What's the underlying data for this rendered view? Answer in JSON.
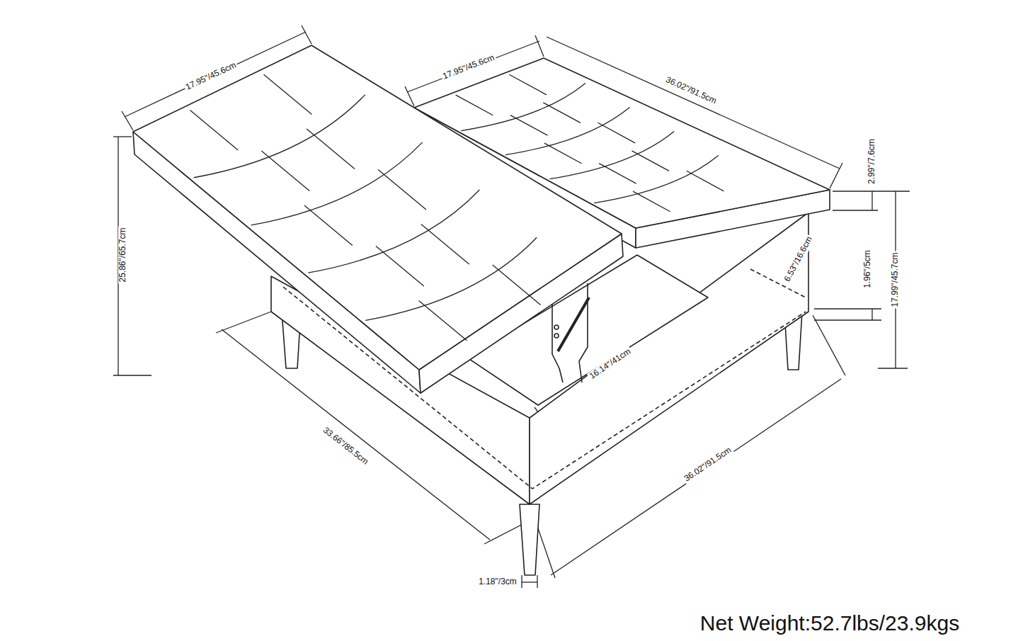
{
  "diagram": {
    "labels": [
      "17.95\"/45.6cm",
      "17.95\"/45.6cm",
      "36.02\"/91.5cm",
      "25.86\"/65.7cm",
      "2.99\"/7.6cm",
      "6.53\"/16.6cm",
      "1.96\"/5cm",
      "17.99\"/45.7cm",
      "16.14\"/41cm",
      "33.66\"/85.5cm",
      "36.02\"/91.5cm",
      "1.18\"/3cm",
      "Net Weight:52.7lbs/23.9kgs"
    ]
  }
}
